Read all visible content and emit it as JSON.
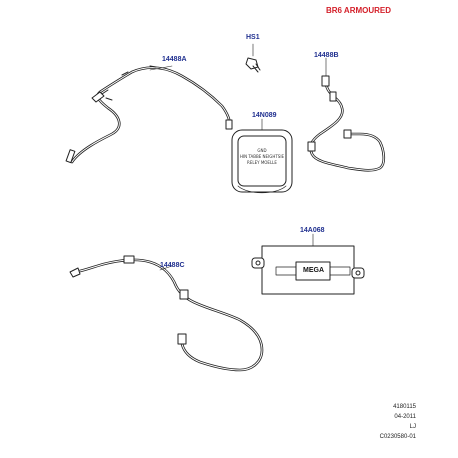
{
  "title": "BR6 ARMOURED",
  "parts": {
    "p14488A": "14488A",
    "pHS1": "HS1",
    "p14488B": "14488B",
    "p14N089": "14N089",
    "p14A068": "14A068",
    "p14488C": "14488C"
  },
  "relay_text": {
    "line1": "GND",
    "line2": "HIN TABBE NEIGHTSIE",
    "line3": "RELEY MOELLE"
  },
  "fuse_label": "MEGA",
  "footer": {
    "line1": "4180115",
    "line2": "04-2011",
    "line3": "LJ",
    "line4": "C0230580-01"
  },
  "colors": {
    "title": "#d4202a",
    "callout": "#1f2f8f",
    "line": "#222222"
  }
}
